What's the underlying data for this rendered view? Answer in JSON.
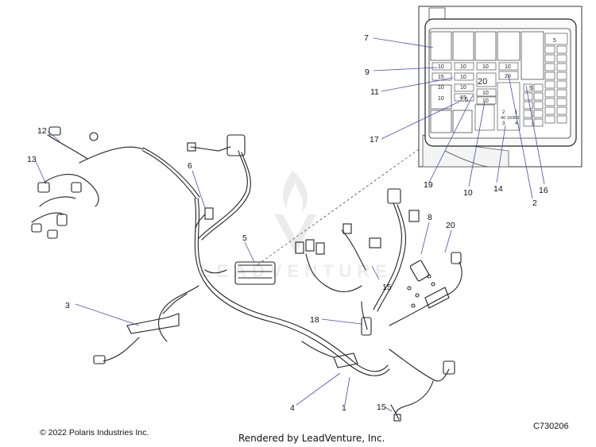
{
  "diagram": {
    "callouts": [
      "1",
      "2",
      "3",
      "4",
      "5",
      "6",
      "7",
      "8",
      "9",
      "10",
      "11",
      "12",
      "13",
      "14",
      "15",
      "15",
      "16",
      "17",
      "18",
      "19",
      "20"
    ],
    "fuse_labels": [
      "10",
      "10",
      "10",
      "10",
      "15",
      "10",
      "10",
      "20",
      "10",
      "20",
      "15",
      "10",
      "10",
      "10",
      "7.5",
      "5",
      "5",
      "2",
      "1",
      "3",
      "4",
      "40",
      "16363"
    ],
    "watermark": "LEADVENTURE",
    "line_color": "#4a4ab8"
  },
  "footer": {
    "copyright": "© 2022 Polaris Industries Inc.",
    "rendered_by": "Rendered by LeadVenture, Inc.",
    "drawing_number": "C730206"
  }
}
